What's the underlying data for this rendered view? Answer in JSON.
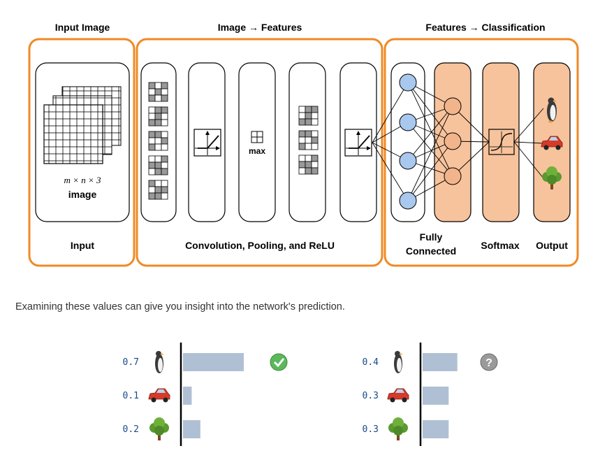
{
  "diagram": {
    "sections": {
      "input_title": "Input Image",
      "features_title": "Image → Features",
      "classification_title": "Features → Classification"
    },
    "input_box": {
      "formula": "m × n × 3",
      "label": "image",
      "bottom_label": "Input"
    },
    "features_box": {
      "max_label": "max",
      "bottom_label": "Convolution, Pooling, and ReLU"
    },
    "classification_box": {
      "fc_label_line1": "Fully",
      "fc_label_line2": "Connected",
      "softmax_label": "Softmax",
      "output_label": "Output"
    },
    "colors": {
      "section_border": "#f08a24",
      "hidden_fill": "#f7c39c",
      "node_blue": "#a9c8ee",
      "node_orange": "#f2b48a",
      "bar": "#b0c0d4"
    }
  },
  "caption": "Examining these values can give you insight into the network's prediction.",
  "predictions": [
    {
      "status_icon": "check-icon",
      "rows": [
        {
          "value": "0.7",
          "score": 0.7,
          "icon": "penguin-icon"
        },
        {
          "value": "0.1",
          "score": 0.1,
          "icon": "car-icon"
        },
        {
          "value": "0.2",
          "score": 0.2,
          "icon": "tree-icon"
        }
      ]
    },
    {
      "status_icon": "question-icon",
      "rows": [
        {
          "value": "0.4",
          "score": 0.4,
          "icon": "penguin-icon"
        },
        {
          "value": "0.3",
          "score": 0.3,
          "icon": "car-icon"
        },
        {
          "value": "0.3",
          "score": 0.3,
          "icon": "tree-icon"
        }
      ]
    }
  ]
}
